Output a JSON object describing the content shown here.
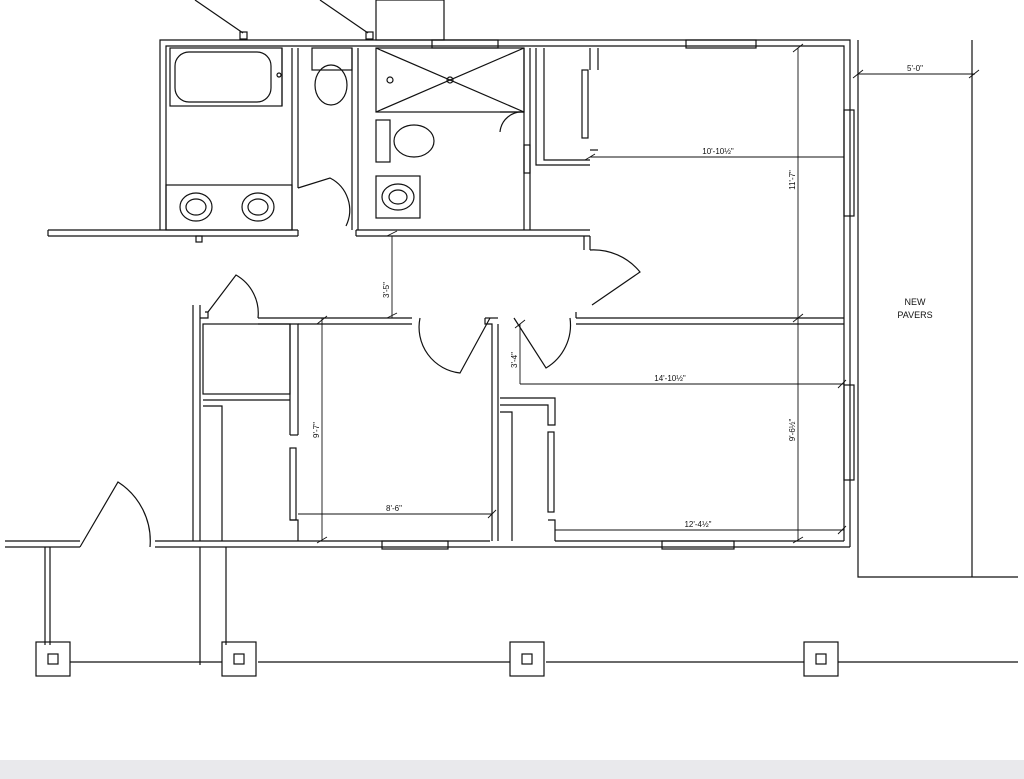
{
  "dimensions": {
    "hall_width": "3'-5\"",
    "bed_top_width": "10'-10½\"",
    "bed_top_depth": "11'-7\"",
    "bed_left_width": "8'-6\"",
    "bed_left_depth": "9'-7\"",
    "bed_right_width_upper": "14'-10½\"",
    "bed_right_width_lower": "12'-4½\"",
    "bed_right_depth": "9'-6½\"",
    "bed_right_offset": "3'-4\"",
    "pavers_width": "5'-0\""
  },
  "notes": {
    "pavers_line1": "NEW",
    "pavers_line2": "PAVERS"
  },
  "colors": {
    "line": "#111111",
    "paper": "#ffffff",
    "frame": "#e9e9ec"
  }
}
